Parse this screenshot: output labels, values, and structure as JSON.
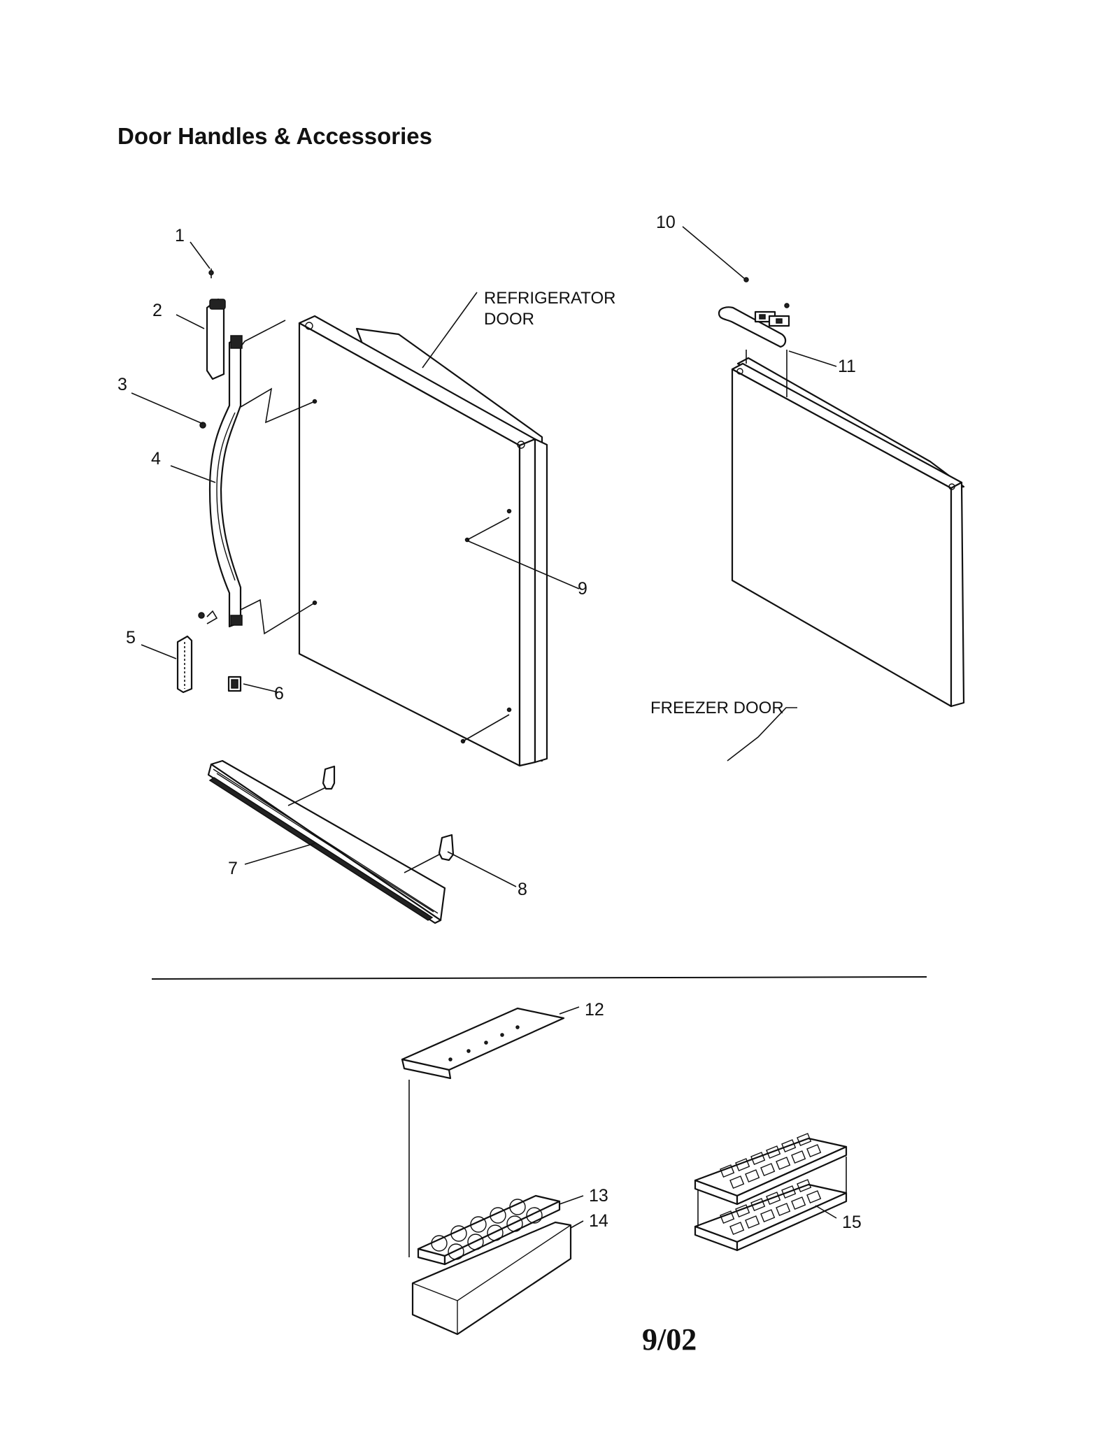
{
  "title": "Door Handles & Accessories",
  "footer": "9/02",
  "captions": {
    "refrigerator_door_line1": "REFRIGERATOR",
    "refrigerator_door_line2": "DOOR",
    "freezer_door": "FREEZER DOOR"
  },
  "callouts": {
    "c1": "1",
    "c2": "2",
    "c3": "3",
    "c4": "4",
    "c5": "5",
    "c6": "6",
    "c7": "7",
    "c8": "8",
    "c9": "9",
    "c10": "10",
    "c11": "11",
    "c12": "12",
    "c13": "13",
    "c14": "14",
    "c15": "15"
  }
}
